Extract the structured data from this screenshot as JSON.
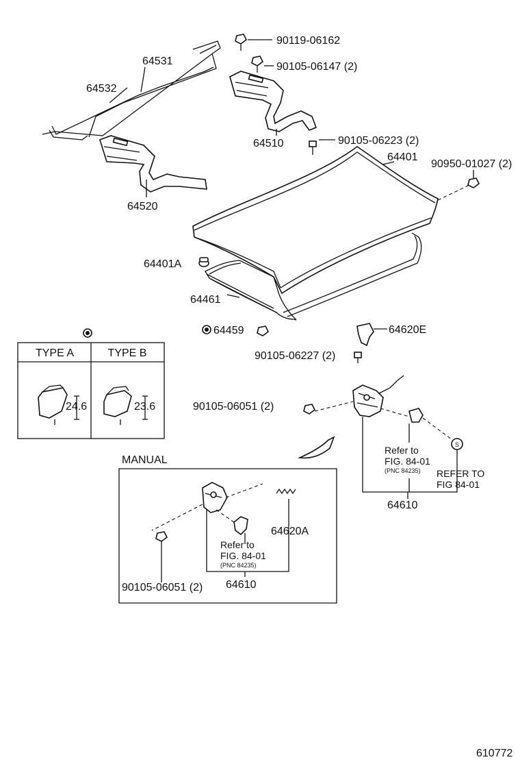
{
  "labels": {
    "p_90119_06162": "90119-06162",
    "p_90105_06147": "90105-06147 (2)",
    "p_64531": "64531",
    "p_64532": "64532",
    "p_64510": "64510",
    "p_90105_06223": "90105-06223 (2)",
    "p_64401": "64401",
    "p_90950_01027": "90950-01027 (2)",
    "p_64520": "64520",
    "p_64401a": "64401A",
    "p_64461": "64461",
    "p_64459": "64459",
    "p_64620e": "64620E",
    "p_90105_06227": "90105-06227 (2)",
    "p_90105_06051_top": "90105-06051 (2)",
    "p_refer_to_1": "Refer to",
    "p_fig_1": "FIG. 84-01",
    "p_pnc_1": "(PNC 84235)",
    "p_refer_caps_1": "REFER TO",
    "p_refer_caps_2": "FIG 84-01",
    "p_64610_top": "64610",
    "p_manual": "MANUAL",
    "p_64620a": "64620A",
    "p_refer_to_2": "Refer to",
    "p_fig_2": "FIG. 84-01",
    "p_pnc_2": "(PNC 84235)",
    "p_90105_06051_bot": "90105-06051 (2)",
    "p_64610_bot": "64610",
    "diagram_id": "610772"
  },
  "inset": {
    "type_a": "TYPE  A",
    "type_b": "TYPE  B",
    "dim_a": "24.6",
    "dim_b": "23.6"
  },
  "symbol_s": "S"
}
